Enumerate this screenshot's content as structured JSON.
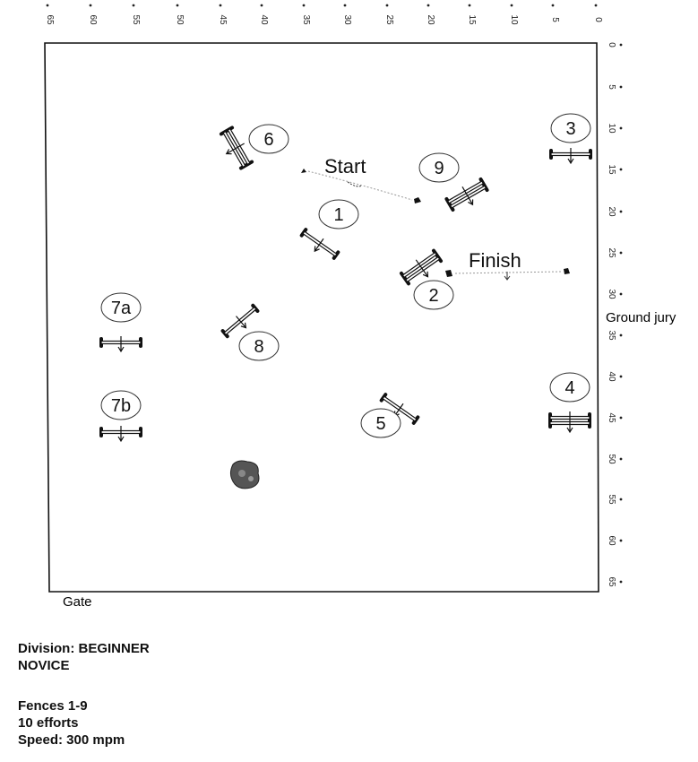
{
  "arena": {
    "top_scale": [
      "65",
      "60",
      "55",
      "50",
      "45",
      "40",
      "35",
      "30",
      "25",
      "20",
      "15",
      "10",
      "5",
      "0"
    ],
    "right_scale": [
      "0",
      "5",
      "10",
      "15",
      "20",
      "25",
      "30",
      "35",
      "40",
      "45",
      "50",
      "55",
      "60",
      "65"
    ],
    "labels": {
      "start": "Start",
      "finish": "Finish",
      "ground_jury": "Ground jury",
      "gate": "Gate"
    },
    "fences": [
      {
        "id": "1",
        "label": "1"
      },
      {
        "id": "2",
        "label": "2"
      },
      {
        "id": "3",
        "label": "3"
      },
      {
        "id": "4",
        "label": "4"
      },
      {
        "id": "5",
        "label": "5"
      },
      {
        "id": "6",
        "label": "6"
      },
      {
        "id": "7a",
        "label": "7a"
      },
      {
        "id": "7b",
        "label": "7b"
      },
      {
        "id": "8",
        "label": "8"
      },
      {
        "id": "9",
        "label": "9"
      }
    ]
  },
  "info": {
    "division_line1": "Division:  BEGINNER",
    "division_line2": "NOVICE",
    "fences": "Fences 1-9",
    "efforts": "10 efforts",
    "speed": "Speed:  300 mpm"
  }
}
